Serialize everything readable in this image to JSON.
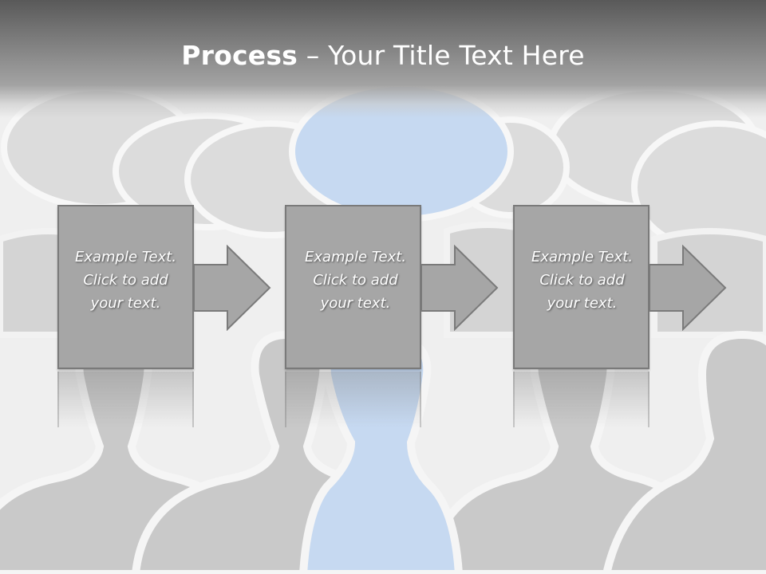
{
  "slide": {
    "title_bold": "Process",
    "title_rest": " – Your Title Text Here",
    "colors": {
      "title_bar": "#595959",
      "box_fill": "#a6a6a6",
      "box_border": "#7a7a7a",
      "figure_gray": "#d9d9d9",
      "figure_highlight": "#c6d9f1",
      "text": "#ffffff"
    }
  },
  "steps": [
    {
      "line1": "Example Text.",
      "line2": "Click  to add",
      "line3": "your text."
    },
    {
      "line1": "Example Text.",
      "line2": "Click  to add",
      "line3": "your text."
    },
    {
      "line1": "Example Text.",
      "line2": "Click  to add",
      "line3": "your text."
    }
  ]
}
